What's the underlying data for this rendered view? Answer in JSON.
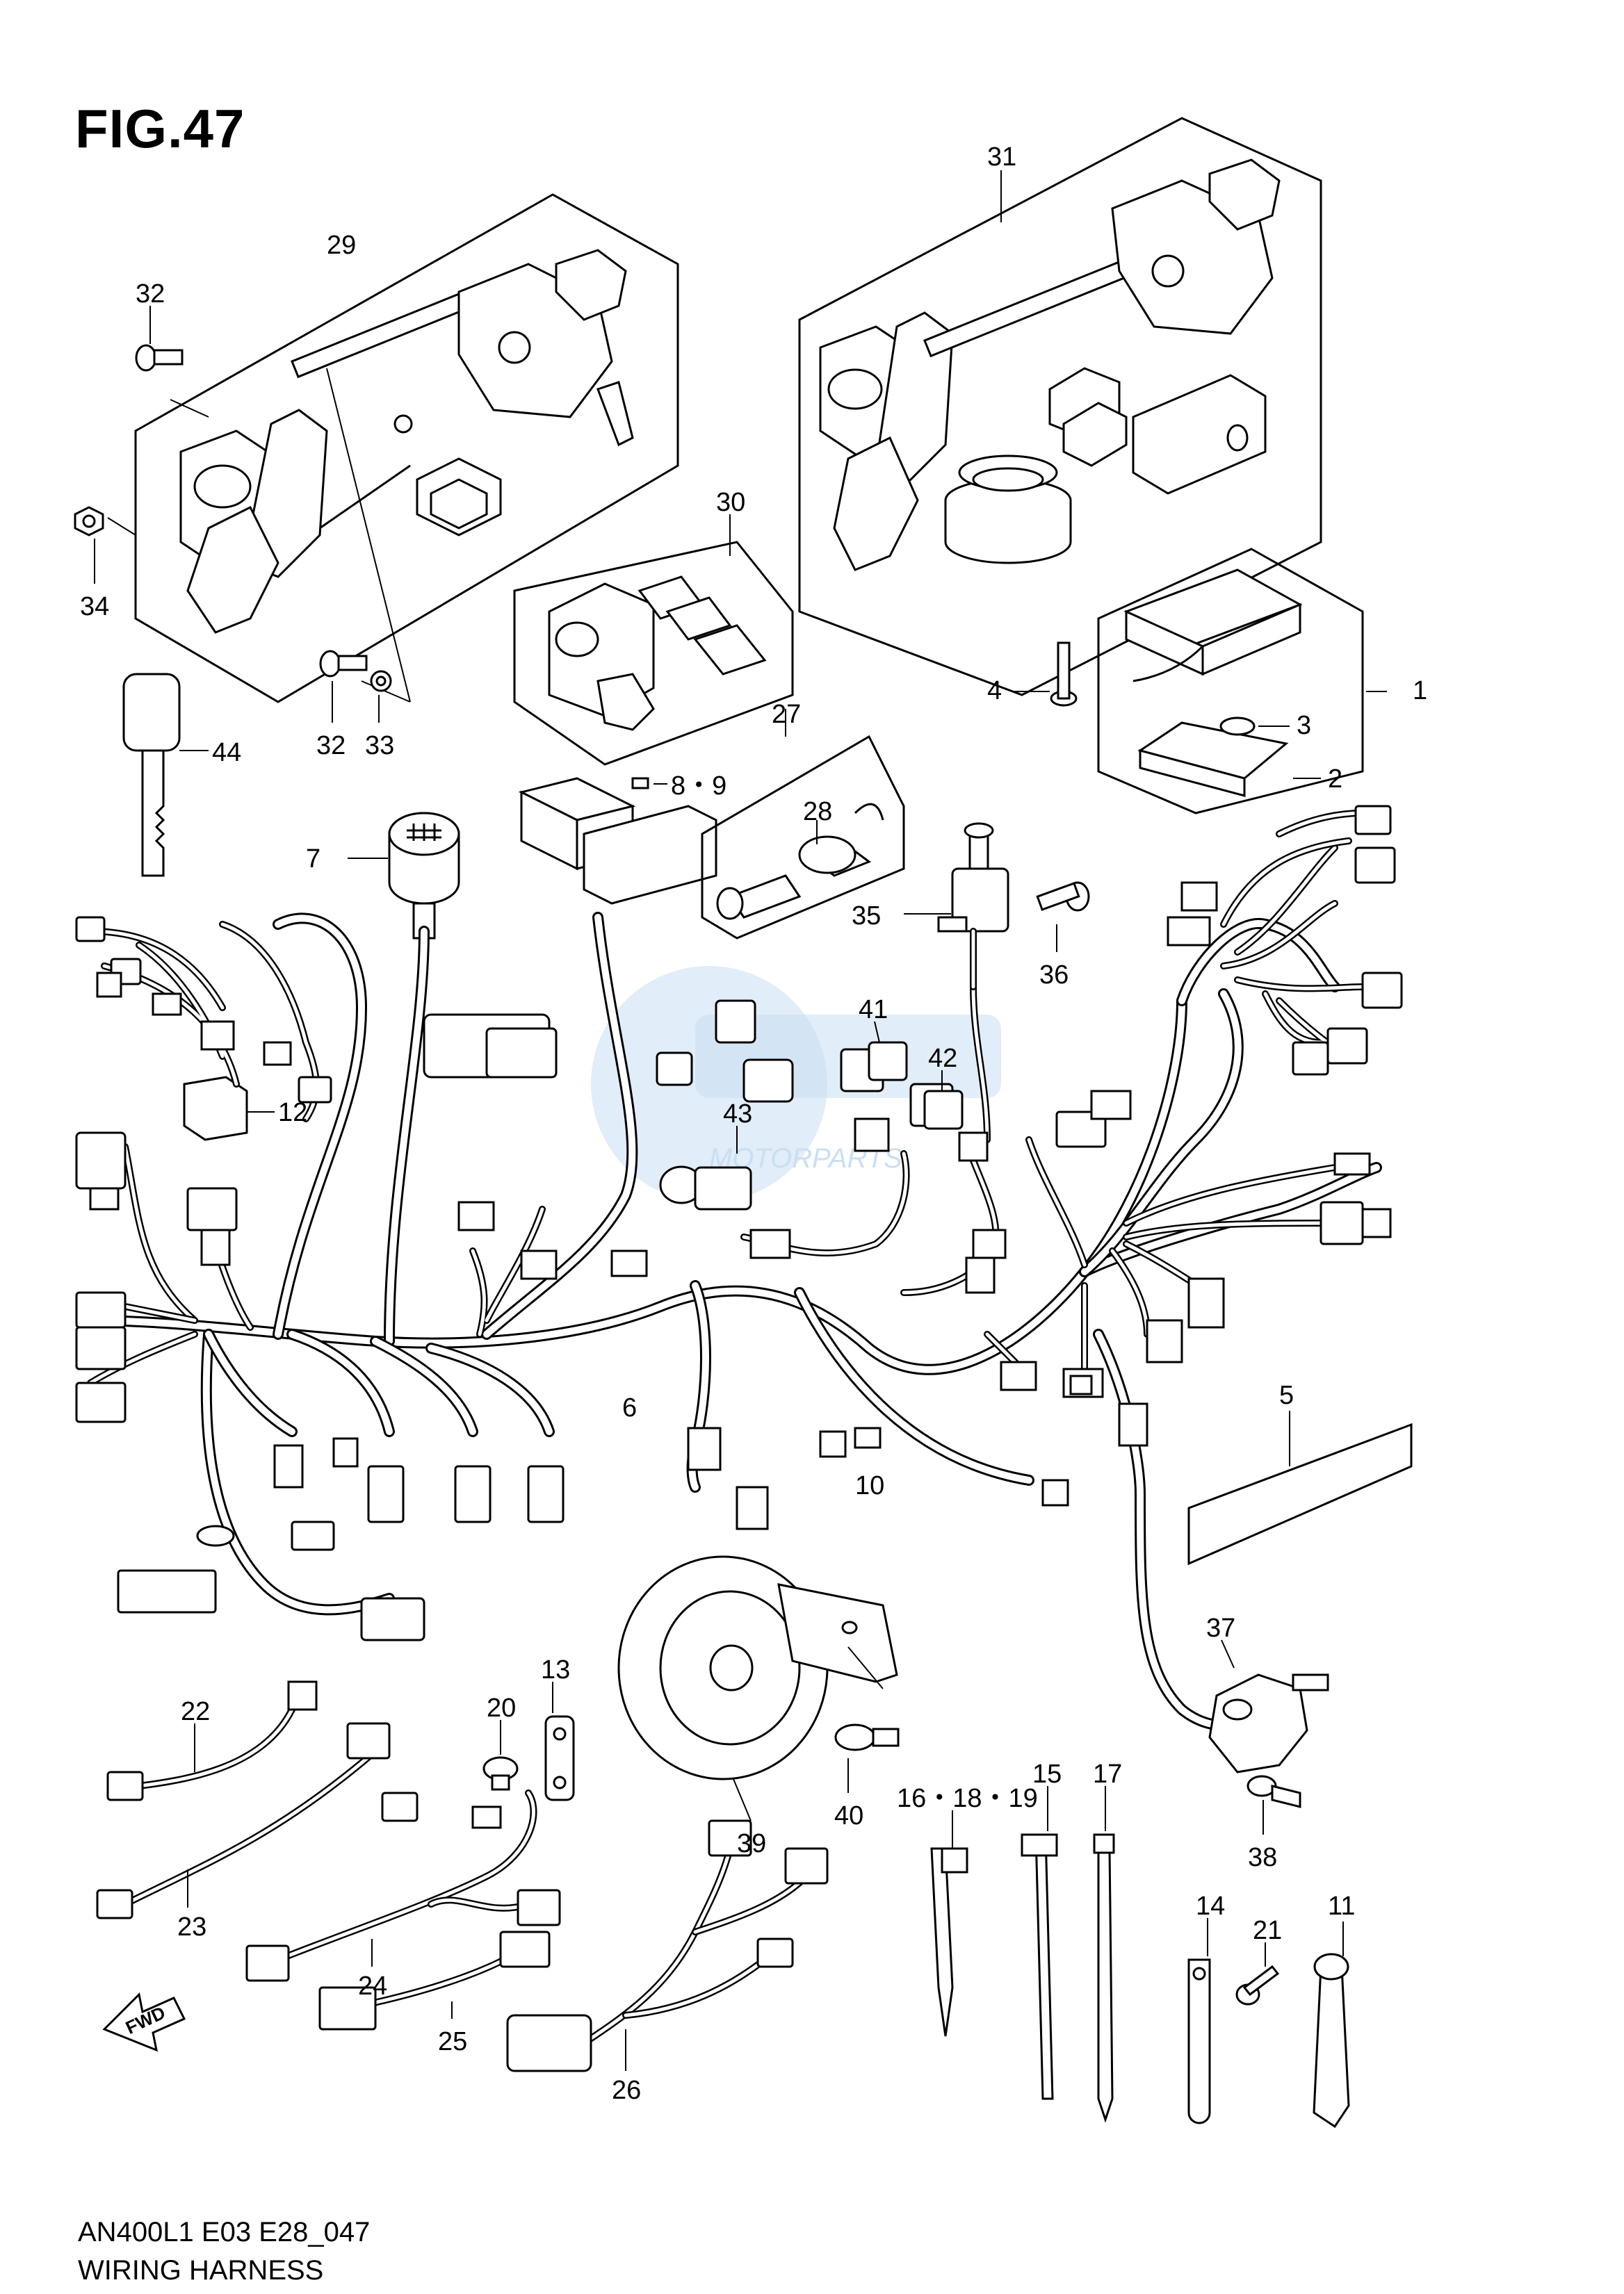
{
  "figure": {
    "title": "FIG.47",
    "model_code": "AN400L1 E03 E28_047",
    "section_name": "WIRING HARNESS",
    "direction_marker": "FWD"
  },
  "callouts": [
    {
      "id": "c1",
      "label": "1"
    },
    {
      "id": "c2",
      "label": "2"
    },
    {
      "id": "c3",
      "label": "3"
    },
    {
      "id": "c4",
      "label": "4"
    },
    {
      "id": "c5",
      "label": "5"
    },
    {
      "id": "c6",
      "label": "6"
    },
    {
      "id": "c7",
      "label": "7"
    },
    {
      "id": "c89",
      "label": "8・9"
    },
    {
      "id": "c10",
      "label": "10"
    },
    {
      "id": "c11",
      "label": "11"
    },
    {
      "id": "c12",
      "label": "12"
    },
    {
      "id": "c13",
      "label": "13"
    },
    {
      "id": "c14",
      "label": "14"
    },
    {
      "id": "c15",
      "label": "15"
    },
    {
      "id": "c161819",
      "label": "16・18・19"
    },
    {
      "id": "c17",
      "label": "17"
    },
    {
      "id": "c20",
      "label": "20"
    },
    {
      "id": "c21",
      "label": "21"
    },
    {
      "id": "c22",
      "label": "22"
    },
    {
      "id": "c23",
      "label": "23"
    },
    {
      "id": "c24",
      "label": "24"
    },
    {
      "id": "c25",
      "label": "25"
    },
    {
      "id": "c26",
      "label": "26"
    },
    {
      "id": "c27",
      "label": "27"
    },
    {
      "id": "c28",
      "label": "28"
    },
    {
      "id": "c29",
      "label": "29"
    },
    {
      "id": "c30",
      "label": "30"
    },
    {
      "id": "c31",
      "label": "31"
    },
    {
      "id": "c32a",
      "label": "32"
    },
    {
      "id": "c32b",
      "label": "32"
    },
    {
      "id": "c33",
      "label": "33"
    },
    {
      "id": "c34",
      "label": "34"
    },
    {
      "id": "c35",
      "label": "35"
    },
    {
      "id": "c36",
      "label": "36"
    },
    {
      "id": "c37",
      "label": "37"
    },
    {
      "id": "c38",
      "label": "38"
    },
    {
      "id": "c39",
      "label": "39"
    },
    {
      "id": "c40",
      "label": "40"
    },
    {
      "id": "c41",
      "label": "41"
    },
    {
      "id": "c42",
      "label": "42"
    },
    {
      "id": "c43",
      "label": "43"
    },
    {
      "id": "c44",
      "label": "44"
    }
  ],
  "watermark": {
    "text": "MOTORPARTS",
    "color": "#c9dff2"
  }
}
